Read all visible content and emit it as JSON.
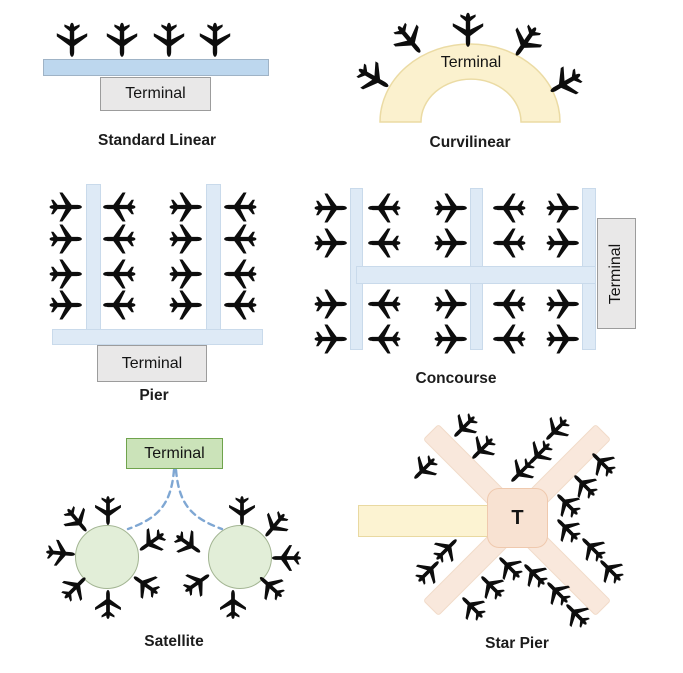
{
  "colors": {
    "plane": "#0d0d0d",
    "linear_bar": "#BDD7EE",
    "linear_bar_border": "#9FB3C6",
    "pier_bar": "#DEEAF6",
    "pier_bar_border": "#C9DAEB",
    "terminal_gray_fill": "#E9E8E8",
    "terminal_gray_border": "#9C9C9C",
    "arch_fill": "#FBF1CE",
    "arch_border": "#EBDBA4",
    "terminal_green_fill": "#CBE3B9",
    "terminal_green_border": "#6FA34C",
    "satellite_circle_fill": "#E2EED8",
    "satellite_circle_border": "#A3B593",
    "dashed_line": "#7FA7D3",
    "star_center_fill": "#F8E2D2",
    "star_center_border": "#EFC9AE",
    "star_pier_fill": "#F9E8DC",
    "star_pier_border": "#F1DBC9",
    "star_left_pier_fill": "#FCF3D2",
    "star_left_pier_border": "#E9D9A1"
  },
  "panels": {
    "standard_linear": {
      "label": "Standard Linear",
      "terminal_label": "Terminal",
      "plane_size": 40,
      "planes": [
        [
          72,
          38,
          180
        ],
        [
          122,
          38,
          180
        ],
        [
          169,
          38,
          180
        ],
        [
          215,
          38,
          180
        ]
      ]
    },
    "curvilinear": {
      "label": "Curvilinear",
      "terminal_label": "Terminal",
      "plane_size": 40,
      "planes": [
        [
          372,
          77,
          120
        ],
        [
          408,
          38,
          140
        ],
        [
          468,
          28,
          180
        ],
        [
          527,
          40,
          215
        ],
        [
          567,
          82,
          240
        ]
      ]
    },
    "pier": {
      "label": "Pier",
      "terminal_label": "Terminal",
      "plane_size": 38,
      "planes": [
        [
          64,
          207,
          90
        ],
        [
          64,
          239,
          90
        ],
        [
          64,
          274,
          90
        ],
        [
          64,
          305,
          90
        ],
        [
          121,
          207,
          270
        ],
        [
          121,
          239,
          270
        ],
        [
          121,
          274,
          270
        ],
        [
          121,
          305,
          270
        ],
        [
          184,
          207,
          90
        ],
        [
          184,
          239,
          90
        ],
        [
          184,
          274,
          90
        ],
        [
          184,
          305,
          90
        ],
        [
          242,
          207,
          270
        ],
        [
          242,
          239,
          270
        ],
        [
          242,
          274,
          270
        ],
        [
          242,
          305,
          270
        ]
      ]
    },
    "concourse": {
      "label": "Concourse",
      "terminal_label": "Terminal",
      "plane_size": 38,
      "planes": [
        [
          329,
          208,
          90
        ],
        [
          329,
          243,
          90
        ],
        [
          329,
          304,
          90
        ],
        [
          329,
          339,
          90
        ],
        [
          386,
          208,
          270
        ],
        [
          386,
          243,
          270
        ],
        [
          386,
          304,
          270
        ],
        [
          386,
          339,
          270
        ],
        [
          449,
          208,
          90
        ],
        [
          449,
          243,
          90
        ],
        [
          449,
          304,
          90
        ],
        [
          449,
          339,
          90
        ],
        [
          511,
          208,
          270
        ],
        [
          511,
          243,
          270
        ],
        [
          511,
          304,
          270
        ],
        [
          511,
          339,
          270
        ],
        [
          561,
          208,
          90
        ],
        [
          561,
          243,
          90
        ],
        [
          561,
          304,
          90
        ],
        [
          561,
          339,
          90
        ]
      ]
    },
    "satellite": {
      "label": "Satellite",
      "terminal_label": "Terminal",
      "plane_size": 34,
      "planes": [
        [
          108,
          509,
          180
        ],
        [
          76,
          519,
          140
        ],
        [
          59,
          553,
          95
        ],
        [
          74,
          589,
          45
        ],
        [
          108,
          606,
          0
        ],
        [
          147,
          586,
          305
        ],
        [
          153,
          541,
          235
        ],
        [
          242,
          509,
          180
        ],
        [
          276,
          524,
          220
        ],
        [
          288,
          558,
          270
        ],
        [
          272,
          588,
          312
        ],
        [
          233,
          606,
          0
        ],
        [
          196,
          584,
          55
        ],
        [
          187,
          543,
          125
        ]
      ]
    },
    "star_pier": {
      "label": "Star Pier",
      "terminal_label": "T",
      "plane_size": 33,
      "planes": [
        [
          465,
          425,
          225
        ],
        [
          483,
          447,
          225
        ],
        [
          557,
          428,
          225
        ],
        [
          540,
          452,
          225
        ],
        [
          522,
          470,
          225
        ],
        [
          425,
          467,
          225
        ],
        [
          603,
          464,
          315
        ],
        [
          585,
          486,
          315
        ],
        [
          568,
          505,
          315
        ],
        [
          568,
          530,
          315
        ],
        [
          593,
          549,
          315
        ],
        [
          611,
          571,
          315
        ],
        [
          445,
          550,
          45
        ],
        [
          427,
          572,
          45
        ],
        [
          510,
          568,
          315
        ],
        [
          535,
          575,
          315
        ],
        [
          492,
          587,
          315
        ],
        [
          473,
          608,
          315
        ],
        [
          558,
          593,
          315
        ],
        [
          577,
          615,
          315
        ]
      ]
    }
  }
}
